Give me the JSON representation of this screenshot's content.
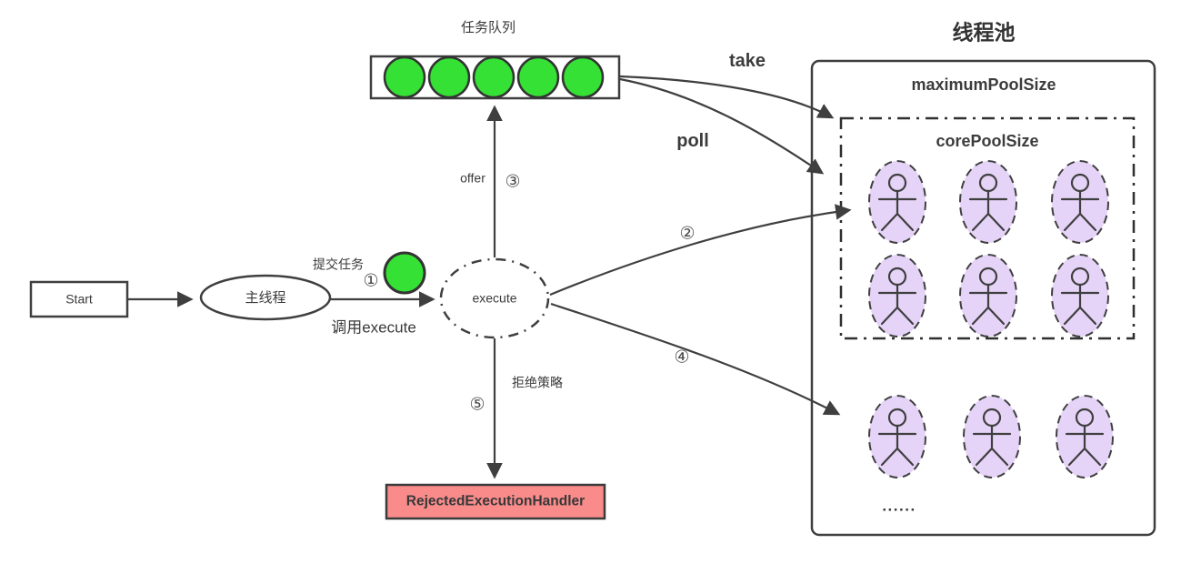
{
  "colors": {
    "line": "#3f3f3f",
    "task_green": "#35e135",
    "thread_fill": "#e6d4f8",
    "rejected_fill": "#f98b8b"
  },
  "nodes": {
    "start": "Start",
    "main_thread": "主线程",
    "execute": "execute",
    "rejected_handler": "RejectedExecutionHandler"
  },
  "task_queue": {
    "label": "任务队列",
    "task_count": 5
  },
  "thread_pool": {
    "title": "线程池",
    "maximum_label": "maximumPoolSize",
    "core_label": "corePoolSize",
    "core_thread_count": 6,
    "non_core_thread_count": 3,
    "ellipsis": "......"
  },
  "edges": {
    "submit_task": "提交任务",
    "call_execute": "调用execute",
    "offer": "offer",
    "take": "take",
    "poll": "poll",
    "reject_policy": "拒绝策略"
  },
  "steps": {
    "s1": "①",
    "s2": "②",
    "s3": "③",
    "s4": "④",
    "s5": "⑤"
  }
}
